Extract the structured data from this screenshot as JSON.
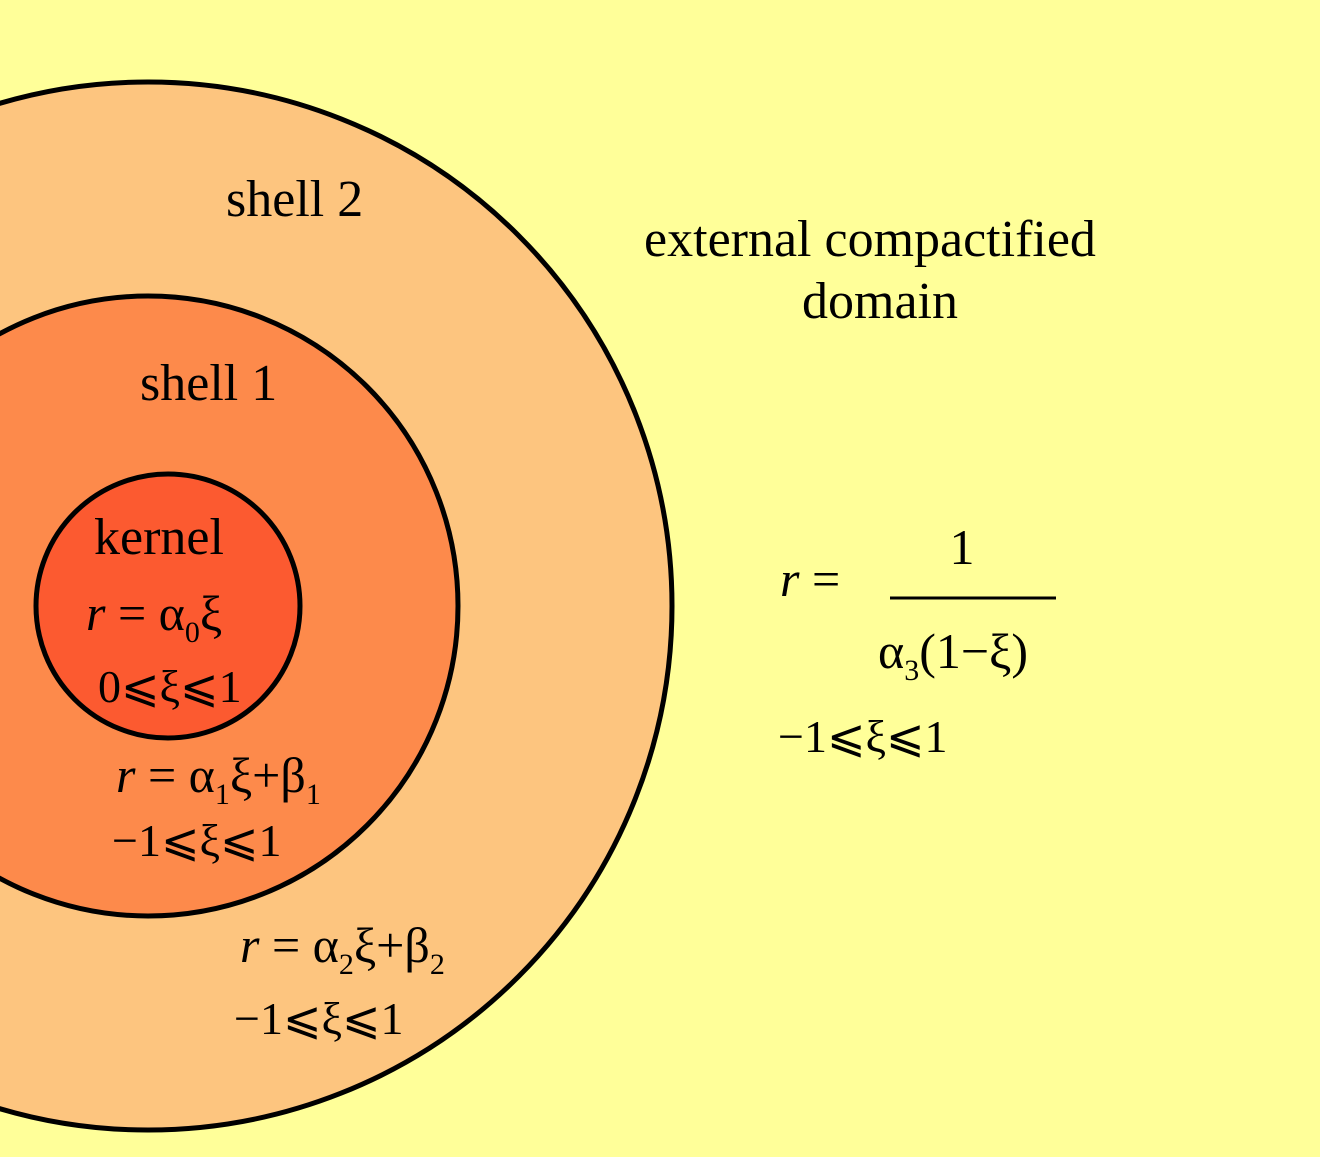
{
  "colors": {
    "background": "#ffff99",
    "shell2": "#fdc57f",
    "shell1": "#fd8a4b",
    "kernel": "#fc5a30",
    "outline": "#000000"
  },
  "labels": {
    "shell2": "shell 2",
    "shell1": "shell 1",
    "kernel": "kernel",
    "external_line1": "external compactified",
    "external_line2": "domain"
  },
  "kernel_eq": {
    "r": "r",
    "equals": " = α",
    "sub": "0",
    "tail": "ξ",
    "range": "0⩽ξ⩽1"
  },
  "shell1_eq": {
    "r": "r",
    "equals": " = α",
    "sub_a": "1",
    "mid": "ξ+β",
    "sub_b": "1",
    "range": "−1⩽ξ⩽1"
  },
  "shell2_eq": {
    "r": "r",
    "equals": " = α",
    "sub_a": "2",
    "mid": "ξ+β",
    "sub_b": "2",
    "range": "−1⩽ξ⩽1"
  },
  "external_eq": {
    "r": "r",
    "equals": " =",
    "numerator": "1",
    "den_alpha": "α",
    "den_sub": "3",
    "den_tail": "(1−ξ)",
    "range": "−1⩽ξ⩽1"
  }
}
